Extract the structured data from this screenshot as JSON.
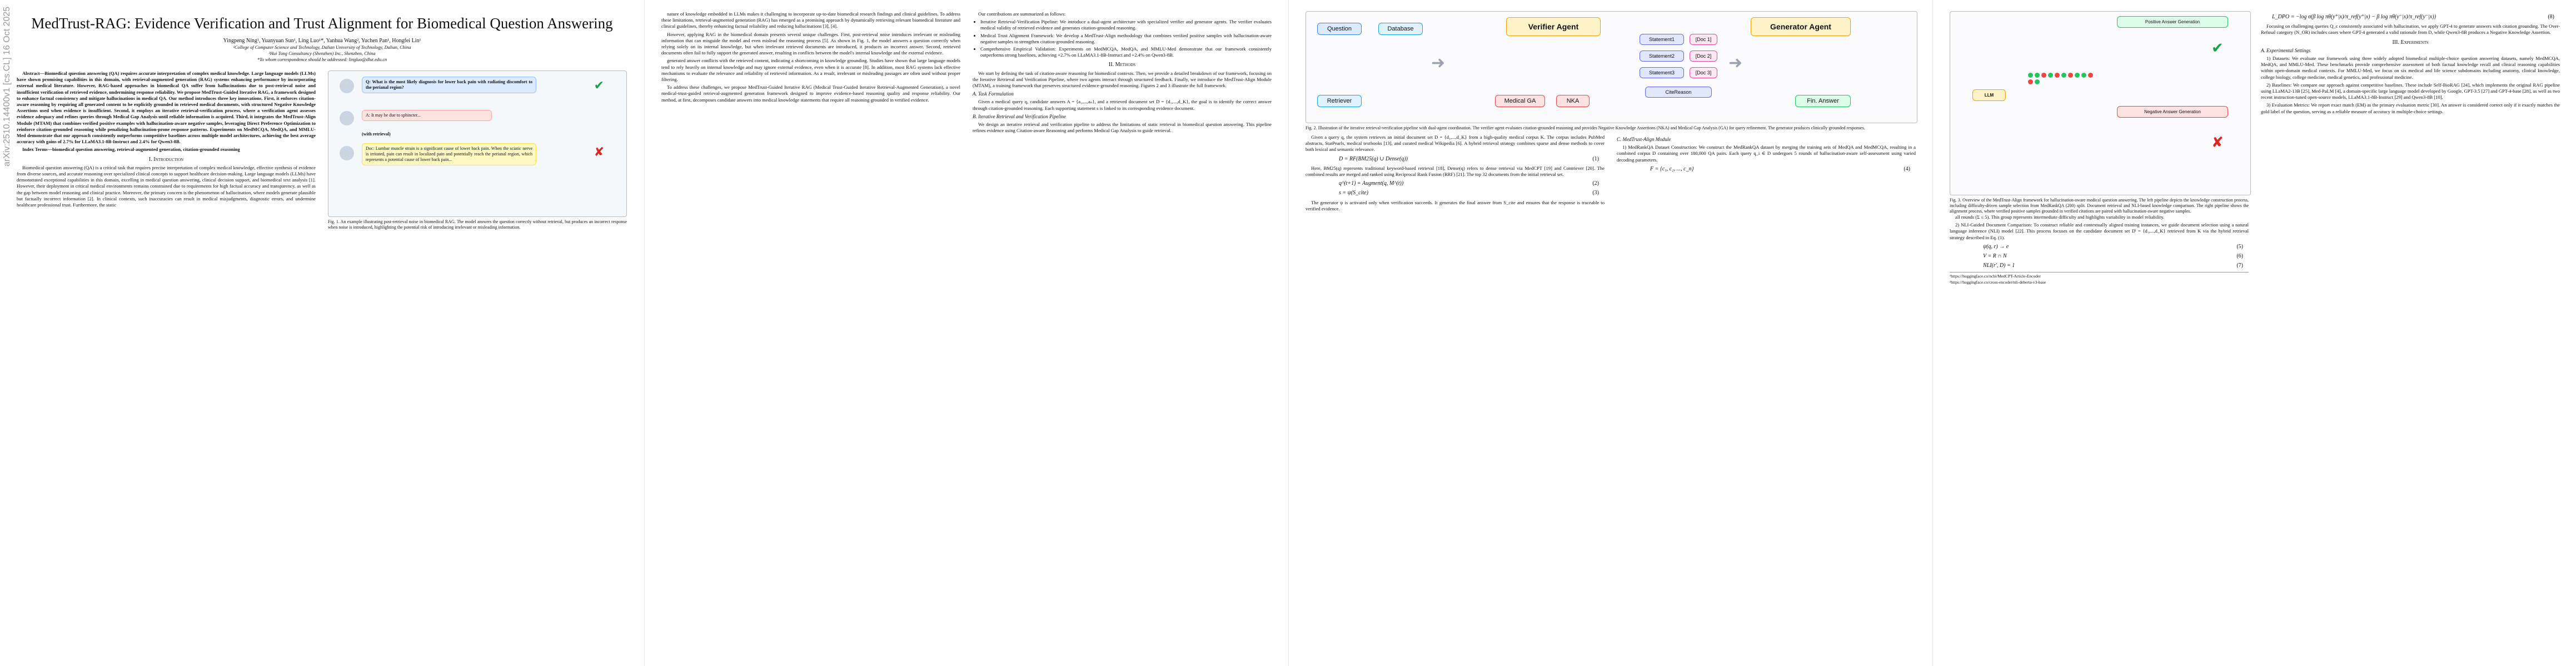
{
  "title": "MedTrust-RAG: Evidence Verification and Trust Alignment for Biomedical Question Answering",
  "arxiv_stamp": "arXiv:2510.14400v1  [cs.CL]  16 Oct 2025",
  "authors": "Yingpeng Ning¹, Yuanyuan Sun¹, Ling Luo¹*, Yanhua Wang², Yuchen Pan¹, Hongfei Lin¹",
  "affil1": "¹College of Computer Science and Technology, Dalian University of Technology, Dalian, China",
  "affil2": "²Hui Tong Consultancy (Shenzhen) Inc., Shenzhen, China",
  "affil3": "*To whom correspondence should be addressed: lingluo@dlut.edu.cn",
  "abstract": "Abstract—Biomedical question answering (QA) requires accurate interpretation of complex medical knowledge. Large language models (LLMs) have shown promising capabilities in this domain, with retrieval-augmented generation (RAG) systems enhancing performance by incorporating external medical literature. However, RAG-based approaches in biomedical QA suffer from hallucinations due to post-retrieval noise and insufficient verification of retrieved evidence, undermining response reliability. We propose MedTrust-Guided Iterative RAG, a framework designed to enhance factual consistency and mitigate hallucinations in medical QA. Our method introduces three key innovations. First, it enforces citation-aware reasoning by requiring all generated content to be explicitly grounded in retrieved medical documents, with structured Negative Knowledge Assertions used when evidence is insufficient. Second, it employs an iterative retrieval-verification process, where a verification agent assesses evidence adequacy and refines queries through Medical Gap Analysis until reliable information is acquired. Third, it integrates the MedTrust-Align Module (MTAM) that combines verified positive examples with hallucination-aware negative samples, leveraging Direct Preference Optimization to reinforce citation-grounded reasoning while penalizing hallucination-prone response patterns. Experiments on MedMCQA, MedQA, and MMLU-Med demonstrate that our approach consistently outperforms competitive baselines across multiple model architectures, achieving the best average accuracy with gains of 2.7% for LLaMA3.1-8B-Instruct and 2.4% for Qwen3-8B.",
  "index_terms": "Index Terms—biomedical question answering, retrieval-augmented generation, citation-grounded reasoning",
  "sec1": "I. Introduction",
  "intro_p1": "Biomedical question answering (QA) is a critical task that requires precise interpretation of complex medical knowledge, effective synthesis of evidence from diverse sources, and accurate reasoning over specialized clinical concepts to support healthcare decision-making. Large language models (LLMs) have demonstrated exceptional capabilities in this domain, excelling in medical question answering, clinical decision support, and biomedical text analysis [1]. However, their deployment in critical medical environments remains constrained due to requirements for high factual accuracy and transparency, as well as the gap between model reasoning and clinical practice. Moreover, the primary concern is the phenomenon of hallucination, where models generate plausible but factually incorrect information [2]. In clinical contexts, such inaccuracies can result in medical misjudgments, diagnostic errors, and undermine healthcare professional trust. Furthermore, the static",
  "fig1": {
    "question": "Q: What is the most likely diagnosis for lower back pain with radiating discomfort to the perianal region?",
    "wrong": "A: It may be due to sphincter...",
    "with_retrieval": "(with retrieval)",
    "answer": "Doc: Lumbar muscle strain is a significant cause of lower back pain. When the sciatic nerve is irritated, pain can result in localized pain and potentially reach the perianal region, which represents a potential cause of lower back pain...",
    "caption": "Fig. 1. An example illustrating post-retrieval noise in biomedical RAG. The model answers the question correctly without retrieval, but produces an incorrect response when noise is introduced, highlighting the potential risk of introducing irrelevant or misleading information."
  },
  "p2c1": "nature of knowledge embedded in LLMs makes it challenging to incorporate up-to-date biomedical research findings and clinical guidelines. To address these limitations, retrieval-augmented generation (RAG) has emerged as a promising approach by dynamically retrieving relevant biomedical literature and clinical guidelines, thereby enhancing factual reliability and reducing hallucinations [3], [4].",
  "p2c1b": "However, applying RAG in the biomedical domain presents several unique challenges. First, post-retrieval noise introduces irrelevant or misleading information that can misguide the model and even mislead the reasoning process [5]. As shown in Fig. 1, the model answers a question correctly when relying solely on its internal knowledge, but when irrelevant retrieved documents are introduced, it produces an incorrect answer. Second, retrieved documents often fail to fully support the generated answer, resulting in conflicts between the model's internal knowledge and the external evidence.",
  "p2c2a": "generated answer conflicts with the retrieved content, indicating a shortcoming in knowledge grounding. Studies have shown that large language models tend to rely heavily on internal knowledge and may ignore external evidence, even when it is accurate [8]. In addition, most RAG systems lack effective mechanisms to evaluate the relevance and reliability of retrieved information. As a result, irrelevant or misleading passages are often used without proper filtering.",
  "p2c2b": "To address these challenges, we propose MedTrust-Guided Iterative RAG (Medical Trust-Guided Iterative Retrieval-Augmented Generation), a novel medical-trust-guided retrieval-augmented generation framework designed to improve evidence-based reasoning quality and response reliability. Our method, at first, decomposes candidate answers into medical knowledge statements that require all reasoning grounded in verified evidence.",
  "sec2": "II. Methods",
  "methods_p": "We start by defining the task of citation-aware reasoning for biomedical contexts. Then, we provide a detailed breakdown of our framework, focusing on the Iterative Retrieval and Verification Pipeline, where two agents interact through structured feedback. Finally, we introduce the MedTrust-Align Module (MTAM), a training framework that preserves structured evidence-grounded reasoning. Figures 2 and 3 illustrate the full framework.",
  "subsecA": "A. Task Formulation",
  "taskform": "Given a medical query q, candidate answers A = {a₁,...,aₙ}, and a retrieved document set D = {d₁,...,d_K}, the goal is to identify the correct answer through citation-grounded reasoning. Each supporting statement s is linked to its corresponding evidence document.",
  "eq1": "D = RF(BM25(q) ∪ Dense(q))",
  "eq1n": "(1)",
  "subsecB": "B. Iterative Retrieval and Verification Pipeline",
  "pipeline_p": "We design an iterative retrieval and verification pipeline to address the limitations of static retrieval in biomedical question answering. This pipeline refines evidence using Citation-aware Reasoning and performs Medical Gap Analysis to guide retrieval.",
  "contrib": {
    "intro": "Our contributions are summarized as follows:",
    "items": [
      "Iterative Retrieval-Verification Pipeline: We introduce a dual-agent architecture with specialized verifier and generator agents. The verifier evaluates medical validity of retrieved evidence and generates citation-grounded reasoning.",
      "Medical Trust Alignment Framework: We develop a MedTrust-Align methodology that combines verified positive samples with hallucination-aware negative samples to strengthen citation-grounded reasoning.",
      "Comprehensive Empirical Validation: Experiments on MedMCQA, MedQA, and MMLU-Med demonstrate that our framework consistently outperforms strong baselines, achieving +2.7% on LLaMA3.1-8B-Instruct and +2.4% on Qwen3-8B."
    ]
  },
  "fig2": {
    "question": "Question",
    "database": "Database",
    "retriever": "Retriever",
    "verifier": "Verifier Agent",
    "generator": "Generator Agent",
    "stmt1": "Statement1",
    "stmt2": "Statement2",
    "stmt3": "Statement3",
    "doc1": "[Doc 1]",
    "doc2": "[Doc 2]",
    "doc3": "[Doc 3]",
    "citerea": "CiteReason",
    "medgap": "Medical GA",
    "nka": "NKA",
    "final": "Fin. Answer",
    "caption": "Fig. 2. Illustration of the iterative retrieval-verification pipeline with dual-agent coordination. The verifier agent evaluates citation-grounded reasoning and provides Negative Knowledge Assertions (NKA) and Medical Gap Analysis (GA) for query refinement. The generator produces clinically grounded responses."
  },
  "p3c1": "Given a query q, the system retrieves an initial document set D = {d₁,...,d_K} from a high-quality medical corpus K. The corpus includes PubMed abstracts, StatPearls, medical textbooks [13], and curated medical Wikipedia [6]. A hybrid retrieval strategy combines sparse and dense methods to cover both lexical and semantic relevance.",
  "p3c1b": "Here, BM25(q) represents traditional keyword-based retrieval [18], Dense(q) refers to dense retrieval via MedCPT [19] and Contriever [20]. The combined results are merged and ranked using Reciprocal Rank Fusion (RRF) [21]. The top 32 documents from the initial retrieval set.",
  "eq2": "q^(t+1) = Augment(q, M^(t))",
  "eq2n": "(2)",
  "eq3": "s = ψ(S_cite)",
  "eq3n": "(3)",
  "p3c2a": "The generator ψ is activated only when verification succeeds. It generates the final answer from S_cite and ensures that the response is traceable to verified evidence.",
  "subsecC": "C. MedTrust-Align Module",
  "p3c2b": "1) MedRankQA Dataset Construction: We construct the MedRankQA dataset by merging the training sets of MedQA and MedMCQA, resulting in a combined corpus D containing over 180,000 QA pairs. Each query q_i ∈ D undergoes 5 rounds of hallucination-aware self-assessment using varied decoding parameters.",
  "eq4": "F = {c₁, c₂, ..., c_n}",
  "eq4n": "(4)",
  "fig3": {
    "title_pos": "Positive Answer Generation",
    "title_neg": "Negative Answer Generation",
    "gen": "LLM",
    "caption": "Fig. 3. Overview of the MedTrust-Align framework for hallucination-aware medical question answering. The left pipeline depicts the knowledge construction process, including difficulty-driven sample selection from MedRankQA (200) split. Document retrieval and NLI-based knowledge comparison. The right pipeline shows the alignment process, where verified positive samples grounded in verified citations are paired with hallucination-aware negative samples."
  },
  "p4c1": "all rounds (Σ ≤ 5). This group represents intermediate difficulty and highlights variability in model reliability.",
  "p4c1b": "2) NLI-Guided Document Comparison: To construct reliable and contextually aligned training instances, we guide document selection using a natural language inference (NLI) model [22]. This process focuses on the candidate document set D' = {d₁,...,d_K} retrieved from K via the hybrid retrieval strategy described in Eq. (1).",
  "eq5": "ψ(q, r) → e",
  "eq5n": "(5)",
  "eq6": "V = R ∩ N",
  "eq6n": "(6)",
  "eq7": "NLI(r', D) = 1",
  "eq7n": "(7)",
  "p4c2": "Focusing on challenging queries Q_c consistently associated with hallucination, we apply GPT-4 to generate answers with citation grounding. The Over-Refusal category (N_OR) includes cases where GPT-4 generated a valid rationale from D, while Qwen3-8B produces a Negative Knowledge Assertion.",
  "eq8": "L_DPO = −log σ(β log πθ(y⁺|x)/π_ref(y⁺|x) − β log πθ(y⁻|x)/π_ref(y⁻|x))",
  "eq8n": "(8)",
  "sec3": "III. Experiments",
  "subsecD": "A. Experimental Settings",
  "exp_p": "1) Datasets: We evaluate our framework using three widely adopted biomedical multiple-choice question answering datasets, namely MedMCQA, MedQA, and MMLU-Med. These benchmarks provide comprehensive assessment of both factual knowledge recall and clinical reasoning capabilities within open-domain medical contexts. For MMLU-Med, we focus on six medical and life science subdomains including anatomy, clinical knowledge, college biology, college medicine, medical genetics, and professional medicine.",
  "exp_p2": "2) Baselines: We compare our approach against competitive baselines. These include Self-BioRAG [24], which implements the original RAG pipeline using LLaMA2-13B [25], Med-PaLM [4], a domain-specific large language model developed by Google, GPT-3.5 [27] and GPT-4-base [28], as well as two recent instruction-tuned open-source models, LLaMA3.1-8B-Instruct [29] and Qwen3-8B [10].",
  "exp_p3": "3) Evaluation Metrics: We report exact match (EM) as the primary evaluation metric [30]. An answer is considered correct only if it exactly matches the gold label of the question, serving as a reliable measure of accuracy in multiple-choice settings.",
  "footnote1": "¹https://huggingface.co/ncbi/MedCPT-Article-Encoder",
  "footnote2": "²https://huggingface.co/cross-encoder/nli-deberta-v3-base"
}
